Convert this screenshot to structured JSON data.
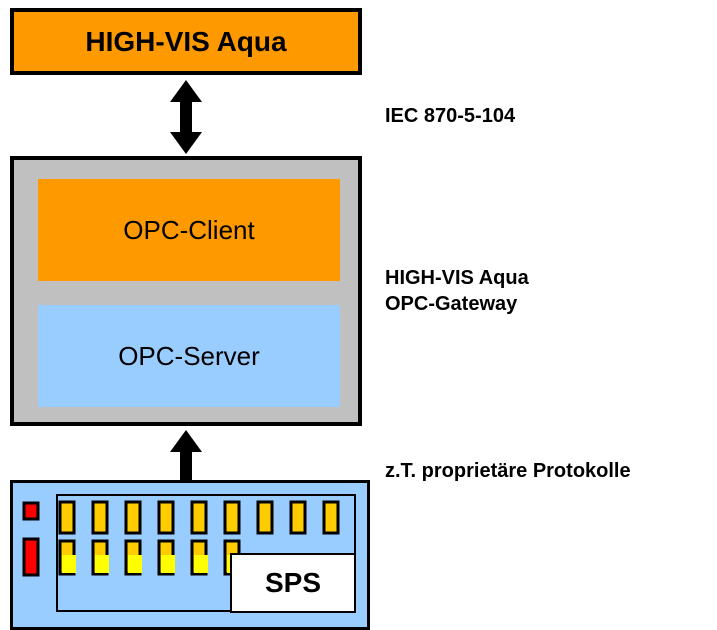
{
  "top_box": {
    "title": "HIGH-VIS Aqua"
  },
  "gateway": {
    "client_label": "OPC-Client",
    "server_label": "OPC-Server"
  },
  "labels": {
    "protocol_top": "IEC 870-5-104",
    "gateway_line1": "HIGH-VIS Aqua",
    "gateway_line2": "OPC-Gateway",
    "protocol_bottom": "z.T. proprietäre Protokolle"
  },
  "plc": {
    "label": "SPS"
  },
  "colors": {
    "orange": "#FF9900",
    "gray": "#C0C0C0",
    "light_blue": "#99CCFF",
    "module": "#FFCC00",
    "led_red": "#FF0000",
    "led_yellow": "#FFFF00"
  }
}
